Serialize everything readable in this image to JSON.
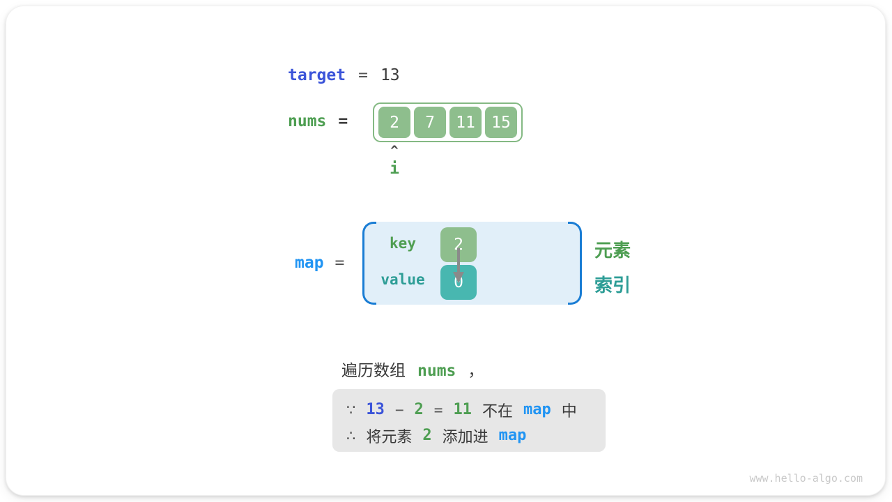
{
  "colors": {
    "keyword_indigo": "#3b54d9",
    "keyword_blue": "#2094f3",
    "keyword_green": "#4e9e52",
    "keyword_teal": "#2d9d96",
    "cell_green": "#8ebe8d",
    "cell_teal": "#48b7b0",
    "array_border_green": "#84b983",
    "map_box_fill": "#e1eff9",
    "map_bracket_blue": "#1a7dd4",
    "note_box_bg": "#e7e7e7"
  },
  "target_line": {
    "label": "target",
    "op": "=",
    "value": "13"
  },
  "nums_line": {
    "label": "nums",
    "op": "=",
    "cells": [
      "2",
      "7",
      "11",
      "15"
    ],
    "pointer_glyph": "^",
    "pointer_label": "i"
  },
  "map_section": {
    "label": "map",
    "op": "=",
    "key_label": "key",
    "key_value": "2",
    "value_label": "value",
    "value_value": "0",
    "element_label": "元素",
    "index_label": "索引"
  },
  "caption": {
    "text": "遍历数组",
    "code": "nums",
    "comma": "，"
  },
  "note": {
    "line1": {
      "because": "∵",
      "target": "13",
      "minus": "−",
      "num": "2",
      "eq": "=",
      "diff": "11",
      "text": "不在",
      "code": "map",
      "tail": "中"
    },
    "line2": {
      "therefore": "∴",
      "text1": "将元素",
      "num": "2",
      "text2": "添加进",
      "code": "map"
    }
  },
  "watermark": "www.hello-algo.com"
}
